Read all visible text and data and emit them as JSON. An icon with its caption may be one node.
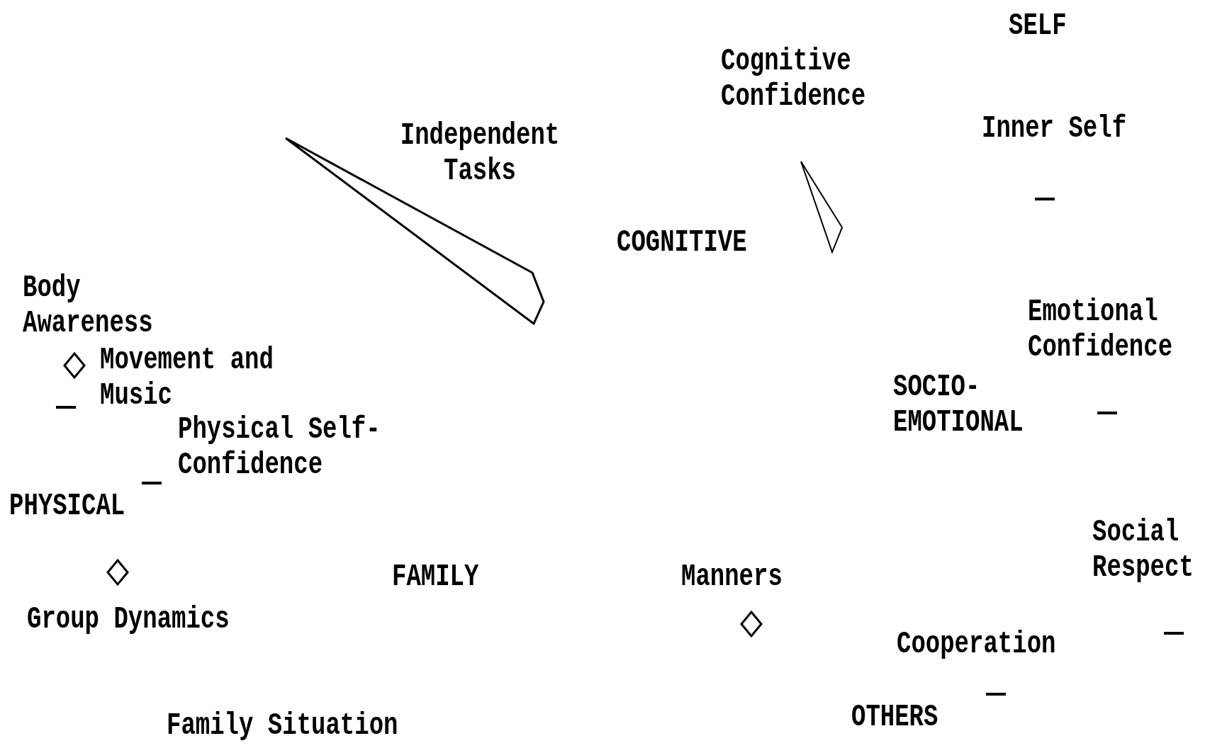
{
  "diagram": {
    "nodes": [
      {
        "text": [],
        "shape": "triangle"
      },
      {
        "text": [],
        "shape": "triangle"
      }
    ],
    "labels": [
      "SELF",
      "Cognitive Confidence",
      "Inner Self",
      "Independent Tasks",
      "COGNITIVE",
      "Body Awareness",
      "Emotional Confidence",
      "Movement and Music",
      "SOCIO-EMOTIONAL",
      "Physical Self-Confidence",
      "PHYSICAL",
      "Social Respect",
      "FAMILY",
      "Manners",
      "Group Dynamics",
      "Cooperation",
      "Family Situation",
      "OTHERS"
    ]
  }
}
